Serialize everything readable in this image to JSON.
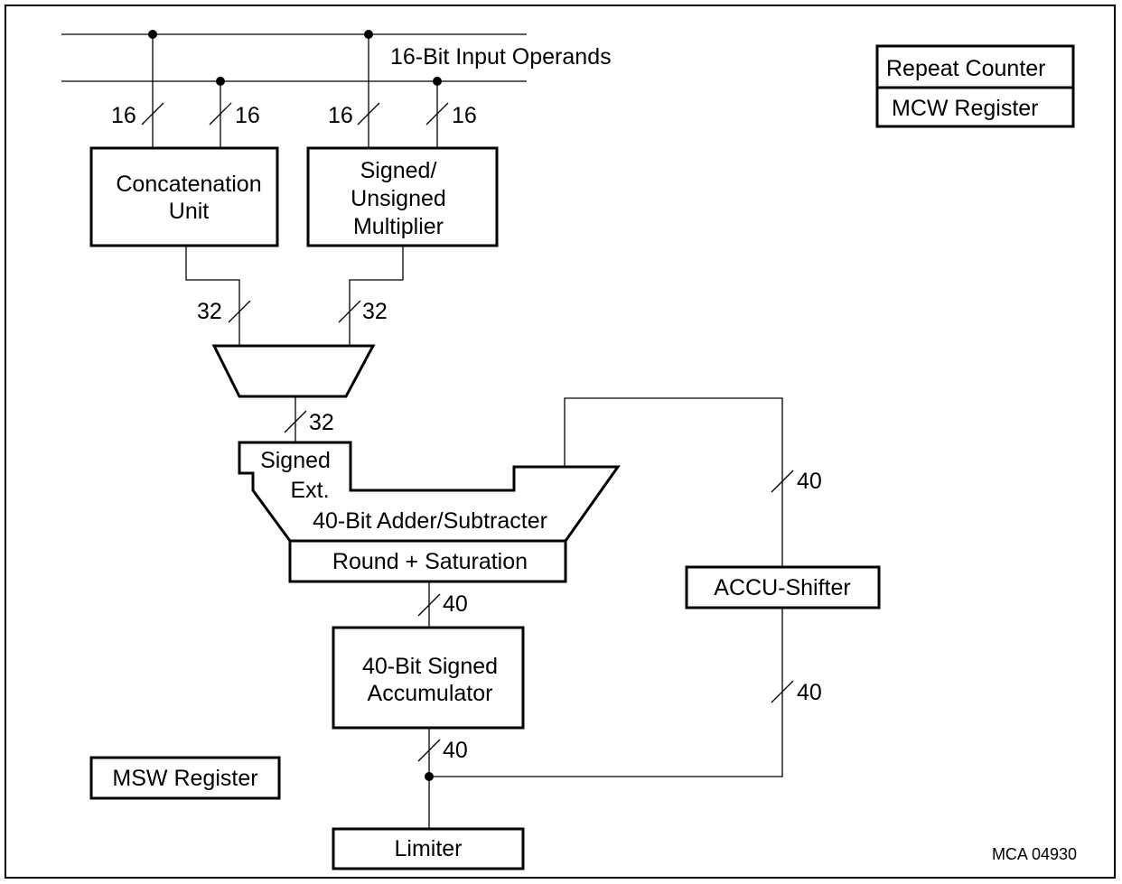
{
  "diagram": {
    "bus_label": "16-Bit Input Operands",
    "blocks": {
      "repeat_counter": "Repeat Counter",
      "mcw_register": "MCW Register",
      "concatenation_unit": [
        "Concatenation",
        "Unit"
      ],
      "multiplier": [
        "Signed/",
        "Unsigned",
        "Multiplier"
      ],
      "adder": [
        "Signed",
        "Ext.",
        "40-Bit Adder/Subtracter"
      ],
      "round_saturation": "Round + Saturation",
      "accu_shifter": "ACCU-Shifter",
      "accumulator": [
        "40-Bit Signed",
        "Accumulator"
      ],
      "msw_register": "MSW Register",
      "limiter": "Limiter"
    },
    "bus_widths": {
      "concat_in_left": "16",
      "concat_in_right": "16",
      "mult_in_left": "16",
      "mult_in_right": "16",
      "concat_out": "32",
      "mult_out": "32",
      "mux_out": "32",
      "feedback_upper": "40",
      "feedback_lower": "40",
      "adder_out": "40",
      "accumulator_out": "40"
    },
    "figure_id": "MCA 04930"
  }
}
